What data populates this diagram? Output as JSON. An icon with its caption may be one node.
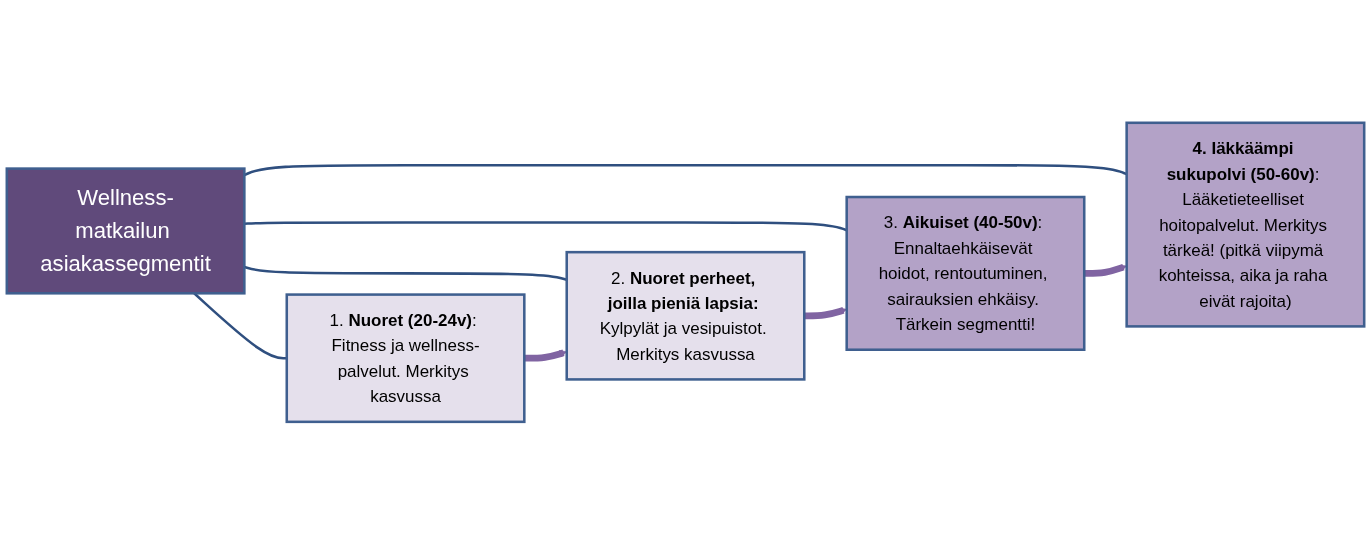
{
  "diagram": {
    "nodes": [
      {
        "text": [
          "Wellness-matkailun asiakassegmentit"
        ]
      },
      {
        "text": [
          "1. **Nuoret (20-24v)**: Fitness ja wellness-palvelut. Merkitys kasvussa"
        ]
      },
      {
        "text": [
          "2. **Nuoret perheet, joilla pieniä lapsia:** Kylpylät ja vesipuistot. Merkitys kasvussa"
        ]
      },
      {
        "text": [
          "3. **Aikuiset (40-50v)**: Ennaltaehkäisevät hoidot, rentoutuminen, sairauksien ehkäisy. Tärkein segmentti!"
        ]
      },
      {
        "text": [
          "**4. Iäkkäämpi sukupolvi (50-60v)**: Lääketieteelliset hoitopalvelut. Merkitys tärkeä! (pitkä viipymä kohteissa, aika ja raha eivät rajoita)"
        ]
      }
    ],
    "edges": [
      {
        "from": 0,
        "to": 1,
        "arrow": "none"
      },
      {
        "from": 0,
        "to": 2,
        "arrow": "none"
      },
      {
        "from": 0,
        "to": 3,
        "arrow": "none"
      },
      {
        "from": 0,
        "to": 4,
        "arrow": "none"
      },
      {
        "from": 1,
        "to": 2,
        "arrow": "to",
        "style": "thick",
        "color": "#8064a2"
      },
      {
        "from": 2,
        "to": 3,
        "arrow": "to",
        "style": "thick",
        "color": "#8064a2"
      },
      {
        "from": 3,
        "to": 4,
        "arrow": "to",
        "style": "thick",
        "color": "#8064a2"
      }
    ]
  }
}
